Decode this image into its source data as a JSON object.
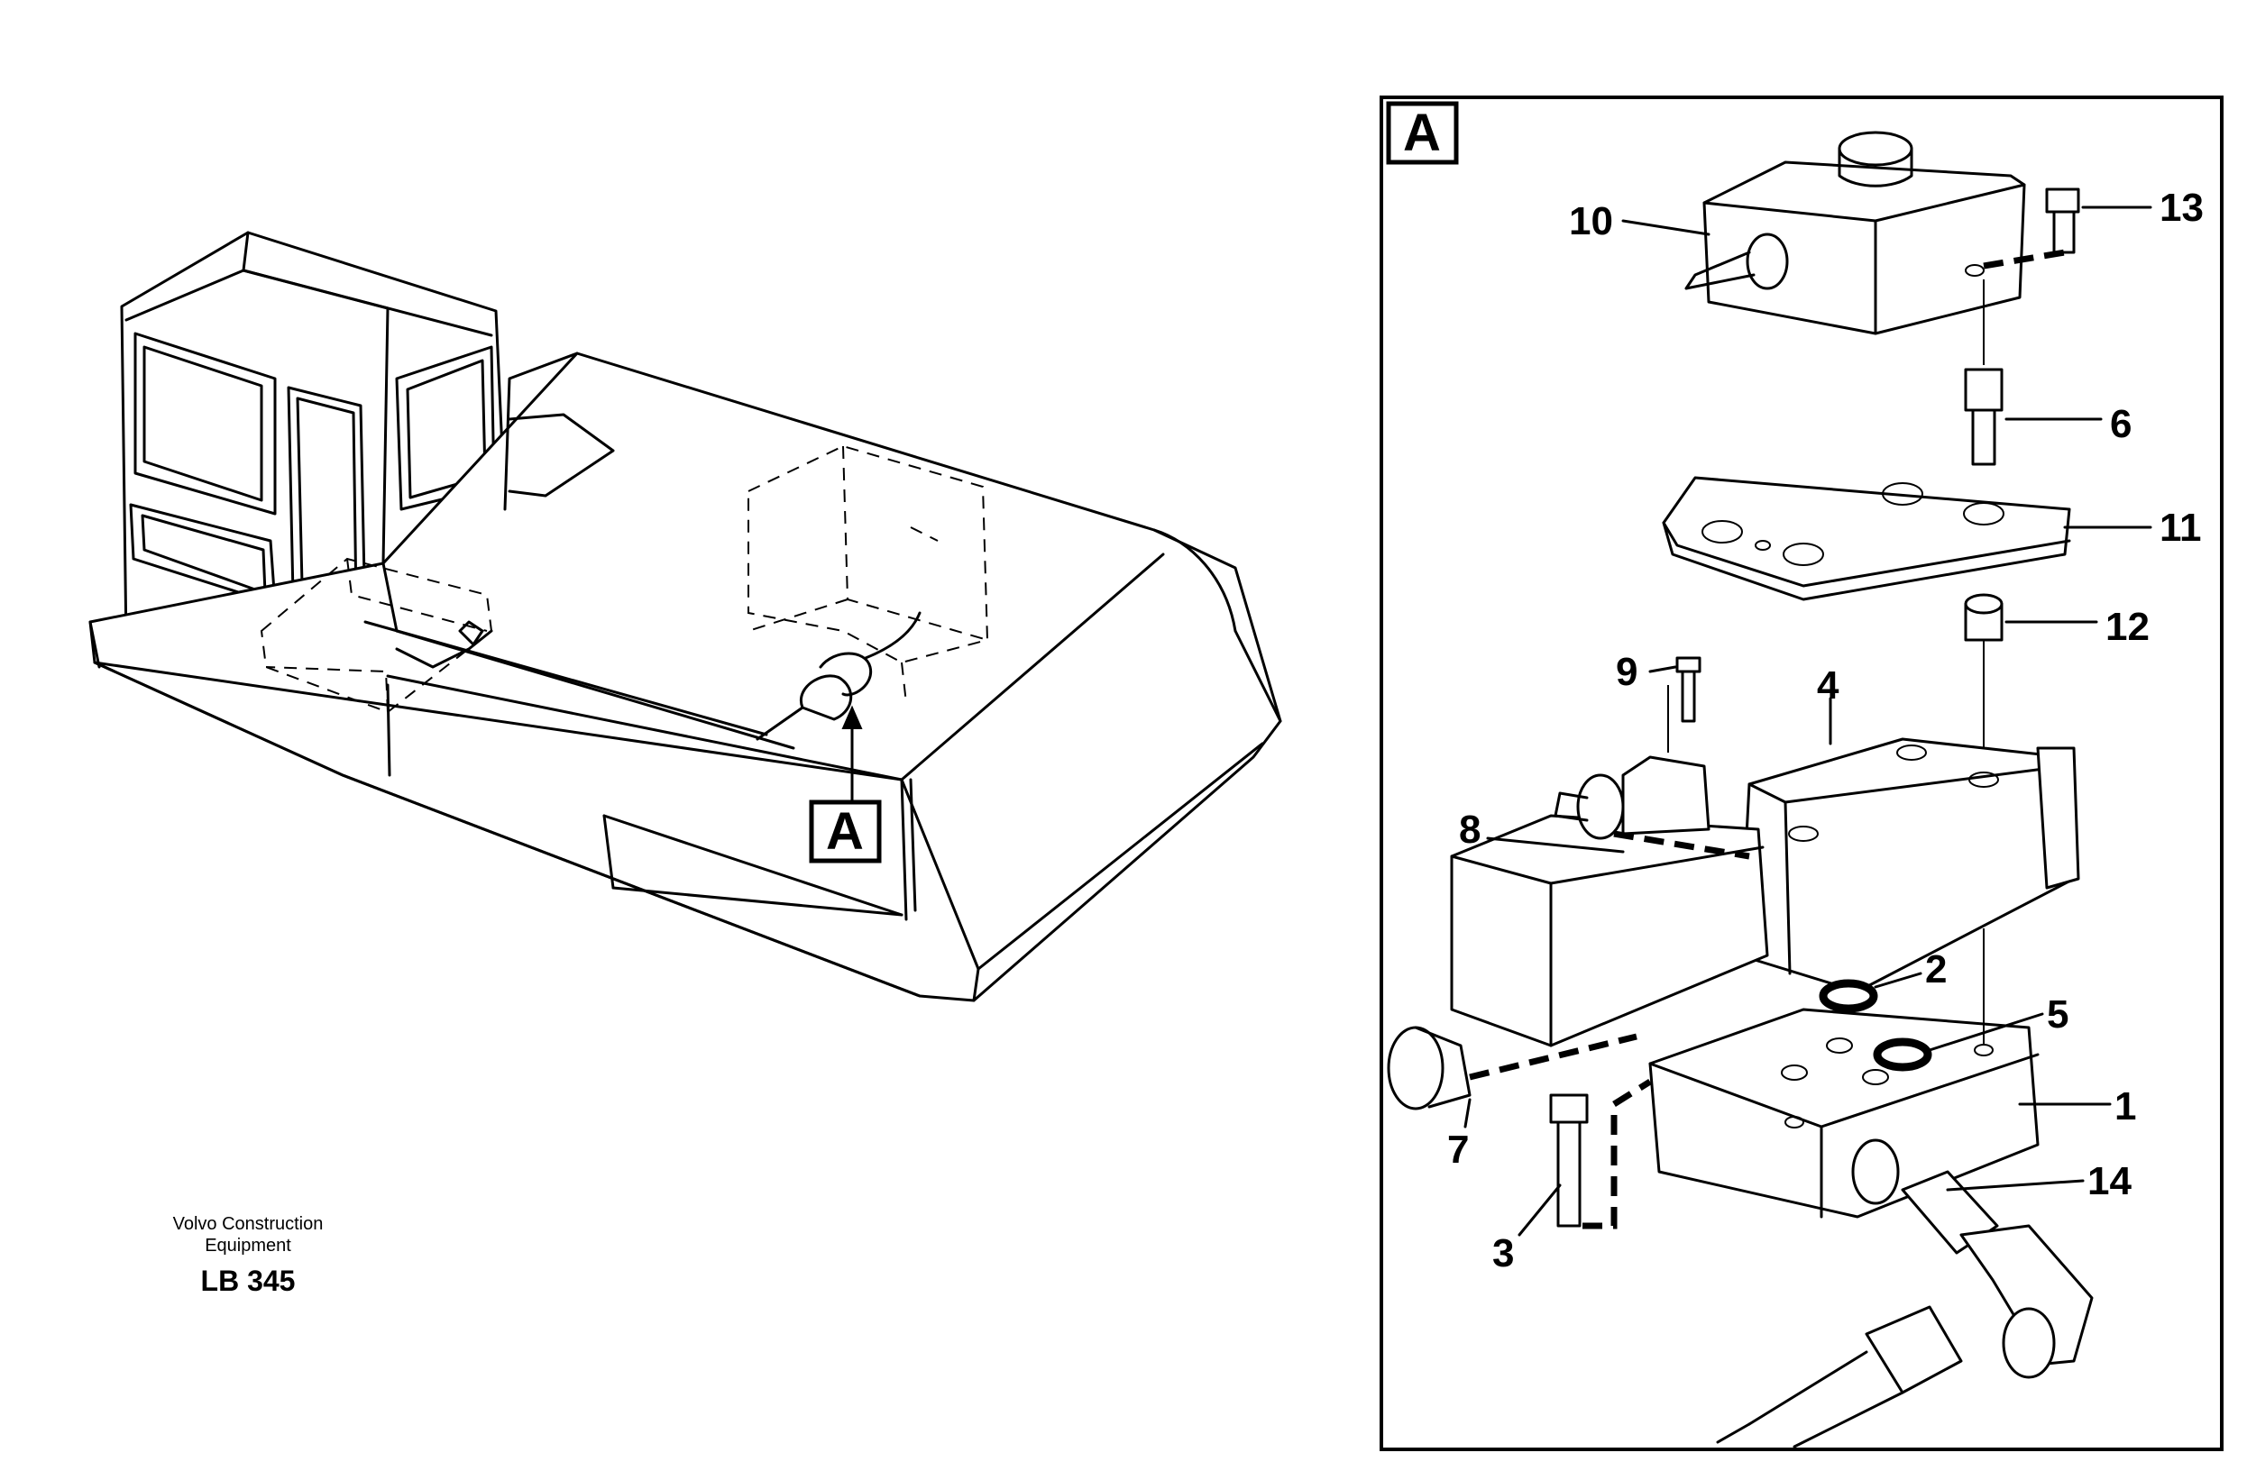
{
  "overview": {
    "marker_label": "A"
  },
  "detail": {
    "marker_label": "A",
    "callouts": [
      {
        "id": "10",
        "label": "10"
      },
      {
        "id": "13",
        "label": "13"
      },
      {
        "id": "6",
        "label": "6"
      },
      {
        "id": "11",
        "label": "11"
      },
      {
        "id": "12",
        "label": "12"
      },
      {
        "id": "9",
        "label": "9"
      },
      {
        "id": "4",
        "label": "4"
      },
      {
        "id": "8",
        "label": "8"
      },
      {
        "id": "2",
        "label": "2"
      },
      {
        "id": "5",
        "label": "5"
      },
      {
        "id": "1",
        "label": "1"
      },
      {
        "id": "7",
        "label": "7"
      },
      {
        "id": "14",
        "label": "14"
      },
      {
        "id": "3",
        "label": "3"
      }
    ]
  },
  "caption": {
    "maker_line1": "Volvo Construction",
    "maker_line2": "Equipment",
    "code": "LB 345"
  }
}
